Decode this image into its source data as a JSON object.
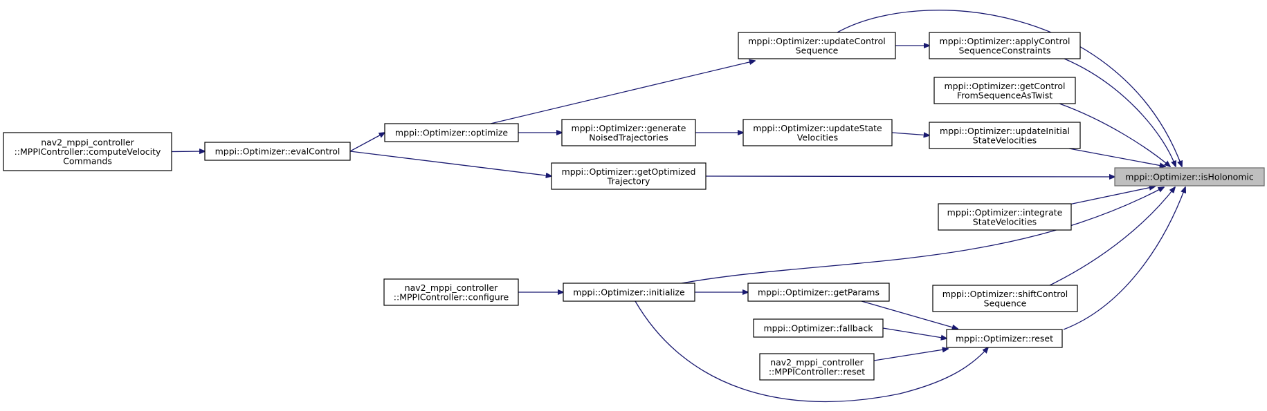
{
  "nodes": {
    "isHolonomic": {
      "lines": [
        "mppi::Optimizer::isHolonomic"
      ]
    },
    "updateControlSeq": {
      "lines": [
        "mppi::Optimizer::updateControl",
        "Sequence"
      ]
    },
    "applyControlSeq": {
      "lines": [
        "mppi::Optimizer::applyControl",
        "SequenceConstraints"
      ]
    },
    "getControlFromSeq": {
      "lines": [
        "mppi::Optimizer::getControl",
        "FromSequenceAsTwist"
      ]
    },
    "optimize": {
      "lines": [
        "mppi::Optimizer::optimize"
      ]
    },
    "generateNoised": {
      "lines": [
        "mppi::Optimizer::generate",
        "NoisedTrajectories"
      ]
    },
    "updateStateVel": {
      "lines": [
        "mppi::Optimizer::updateState",
        "Velocities"
      ]
    },
    "updateInitialStateVel": {
      "lines": [
        "mppi::Optimizer::updateInitial",
        "StateVelocities"
      ]
    },
    "computeVelocity": {
      "lines": [
        "nav2_mppi_controller",
        "::MPPIController::computeVelocity",
        "Commands"
      ]
    },
    "evalControl": {
      "lines": [
        "mppi::Optimizer::evalControl"
      ]
    },
    "getOptimizedTraj": {
      "lines": [
        "mppi::Optimizer::getOptimized",
        "Trajectory"
      ]
    },
    "integrateStateVel": {
      "lines": [
        "mppi::Optimizer::integrate",
        "StateVelocities"
      ]
    },
    "configure": {
      "lines": [
        "nav2_mppi_controller",
        "::MPPIController::configure"
      ]
    },
    "initialize": {
      "lines": [
        "mppi::Optimizer::initialize"
      ]
    },
    "getParams": {
      "lines": [
        "mppi::Optimizer::getParams"
      ]
    },
    "shiftControlSeq": {
      "lines": [
        "mppi::Optimizer::shiftControl",
        "Sequence"
      ]
    },
    "fallback": {
      "lines": [
        "mppi::Optimizer::fallback"
      ]
    },
    "resetOptimizer": {
      "lines": [
        "mppi::Optimizer::reset"
      ]
    },
    "controllerReset": {
      "lines": [
        "nav2_mppi_controller",
        "::MPPIController::reset"
      ]
    }
  },
  "colors": {
    "edge": "#191970",
    "node_border": "#000000",
    "node_fill": "#ffffff",
    "focus_fill": "#bfbfbf",
    "focus_border": "#666666"
  },
  "edges": [
    {
      "from": "updateControlSeq",
      "to": "isHolonomic"
    },
    {
      "from": "applyControlSeq",
      "to": "isHolonomic"
    },
    {
      "from": "getControlFromSeq",
      "to": "isHolonomic"
    },
    {
      "from": "updateInitialStateVel",
      "to": "isHolonomic"
    },
    {
      "from": "getOptimizedTraj",
      "to": "isHolonomic"
    },
    {
      "from": "integrateStateVel",
      "to": "isHolonomic"
    },
    {
      "from": "initialize",
      "to": "isHolonomic"
    },
    {
      "from": "shiftControlSeq",
      "to": "isHolonomic"
    },
    {
      "from": "resetOptimizer",
      "to": "isHolonomic"
    },
    {
      "from": "optimize",
      "to": "updateControlSeq"
    },
    {
      "from": "updateControlSeq",
      "to": "applyControlSeq"
    },
    {
      "from": "optimize",
      "to": "generateNoised"
    },
    {
      "from": "generateNoised",
      "to": "updateStateVel"
    },
    {
      "from": "updateStateVel",
      "to": "updateInitialStateVel"
    },
    {
      "from": "evalControl",
      "to": "optimize"
    },
    {
      "from": "computeVelocity",
      "to": "evalControl"
    },
    {
      "from": "evalControl",
      "to": "getOptimizedTraj"
    },
    {
      "from": "configure",
      "to": "initialize"
    },
    {
      "from": "initialize",
      "to": "getParams"
    },
    {
      "from": "initialize",
      "to": "resetOptimizer"
    },
    {
      "from": "getParams",
      "to": "resetOptimizer"
    },
    {
      "from": "fallback",
      "to": "resetOptimizer"
    },
    {
      "from": "controllerReset",
      "to": "resetOptimizer"
    }
  ]
}
